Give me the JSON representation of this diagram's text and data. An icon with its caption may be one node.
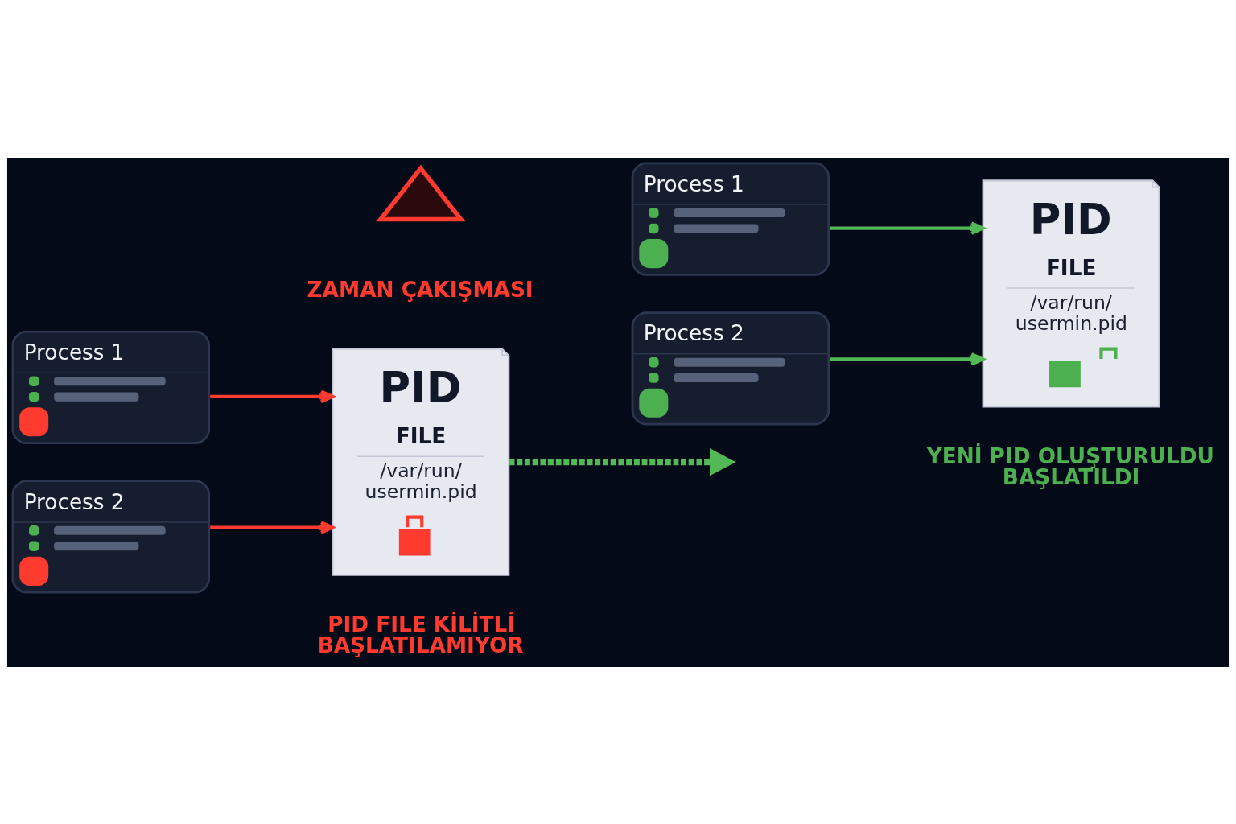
{
  "diagram": {
    "nodes": [
      {
        "text": [
          "Process 1"
        ]
      },
      {
        "text": [
          "Process 2"
        ]
      },
      {
        "text": [],
        "shape": "triangle"
      },
      {
        "text": [
          "PID",
          "FILE",
          "/var/run/ usermin.pid"
        ],
        "beside": [
          "PID FILE KİLİTLİ BAŞLATILAMIYOR"
        ]
      },
      {
        "text": [
          "Process 1"
        ]
      },
      {
        "text": [
          "Process 2"
        ]
      },
      {
        "text": [
          "PID",
          "FILE",
          "/var/run/ usermin.pid"
        ],
        "beside": [
          "YENİ PID OLUŞTURULDU BAŞLATILDI"
        ]
      }
    ],
    "edges": [
      {
        "from": 0,
        "to": 3,
        "arrow": "to",
        "color": "#ff3b2f"
      },
      {
        "from": 1,
        "to": 3,
        "arrow": "to",
        "color": "#ff3b2f"
      },
      {
        "from": 3,
        "to": null,
        "arrow": "to",
        "style": "dashed"
      },
      {
        "from": 4,
        "to": 6,
        "arrow": "to"
      },
      {
        "from": 5,
        "to": 6,
        "arrow": "to"
      }
    ],
    "labels": [
      "ZAMAN ÇAKIŞMASI"
    ]
  }
}
